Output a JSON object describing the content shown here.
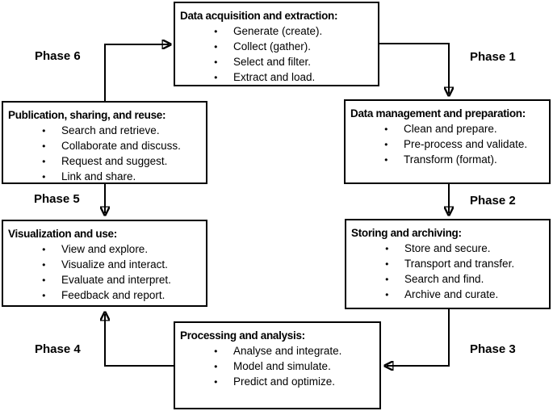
{
  "diagram": {
    "type": "cycle-flow-diagram",
    "colors": {
      "line": "#000000",
      "text": "#000000",
      "background": "#ffffff"
    },
    "boxes": [
      {
        "id": "acquisition",
        "title": "Data acquisition and extraction:",
        "items": [
          "Generate (create).",
          "Collect (gather).",
          "Select and filter.",
          "Extract and load."
        ]
      },
      {
        "id": "management",
        "title": "Data management and preparation:",
        "items": [
          "Clean and prepare.",
          "Pre-process and validate.",
          "Transform (format)."
        ]
      },
      {
        "id": "storing",
        "title": "Storing and archiving:",
        "items": [
          "Store and secure.",
          "Transport and transfer.",
          "Search and find.",
          "Archive and curate."
        ]
      },
      {
        "id": "processing",
        "title": "Processing and analysis:",
        "items": [
          "Analyse and integrate.",
          "Model and simulate.",
          "Predict and optimize."
        ]
      },
      {
        "id": "visualization",
        "title": "Visualization and use:",
        "items": [
          "View and explore.",
          "Visualize and interact.",
          "Evaluate and interpret.",
          "Feedback and report."
        ]
      },
      {
        "id": "publication",
        "title": "Publication, sharing, and reuse:",
        "items": [
          "Search and retrieve.",
          "Collaborate and discuss.",
          "Request and suggest.",
          "Link and share."
        ]
      }
    ],
    "phases": [
      {
        "label": "Phase 1"
      },
      {
        "label": "Phase 2"
      },
      {
        "label": "Phase 3"
      },
      {
        "label": "Phase 4"
      },
      {
        "label": "Phase 5"
      },
      {
        "label": "Phase 6"
      }
    ],
    "connections": [
      {
        "phase": "Phase 1",
        "from": "Data acquisition and extraction",
        "to": "Data management and preparation",
        "arrow_direction": "right-then-down"
      },
      {
        "phase": "Phase 2",
        "from": "Data management and preparation",
        "to": "Storing and archiving",
        "arrow_direction": "down"
      },
      {
        "phase": "Phase 3",
        "from": "Storing and archiving",
        "to": "Processing and analysis",
        "arrow_direction": "down-then-left"
      },
      {
        "phase": "Phase 4",
        "from": "Processing and analysis",
        "to": "Visualization and use",
        "arrow_direction": "left-then-up"
      },
      {
        "phase": "Phase 5",
        "from": "Publication, sharing, and reuse",
        "to": "Visualization and use",
        "arrow_direction": "down"
      },
      {
        "phase": "Phase 6",
        "from": "Publication, sharing, and reuse",
        "to": "Data acquisition and extraction",
        "arrow_direction": "up-then-right"
      }
    ]
  }
}
